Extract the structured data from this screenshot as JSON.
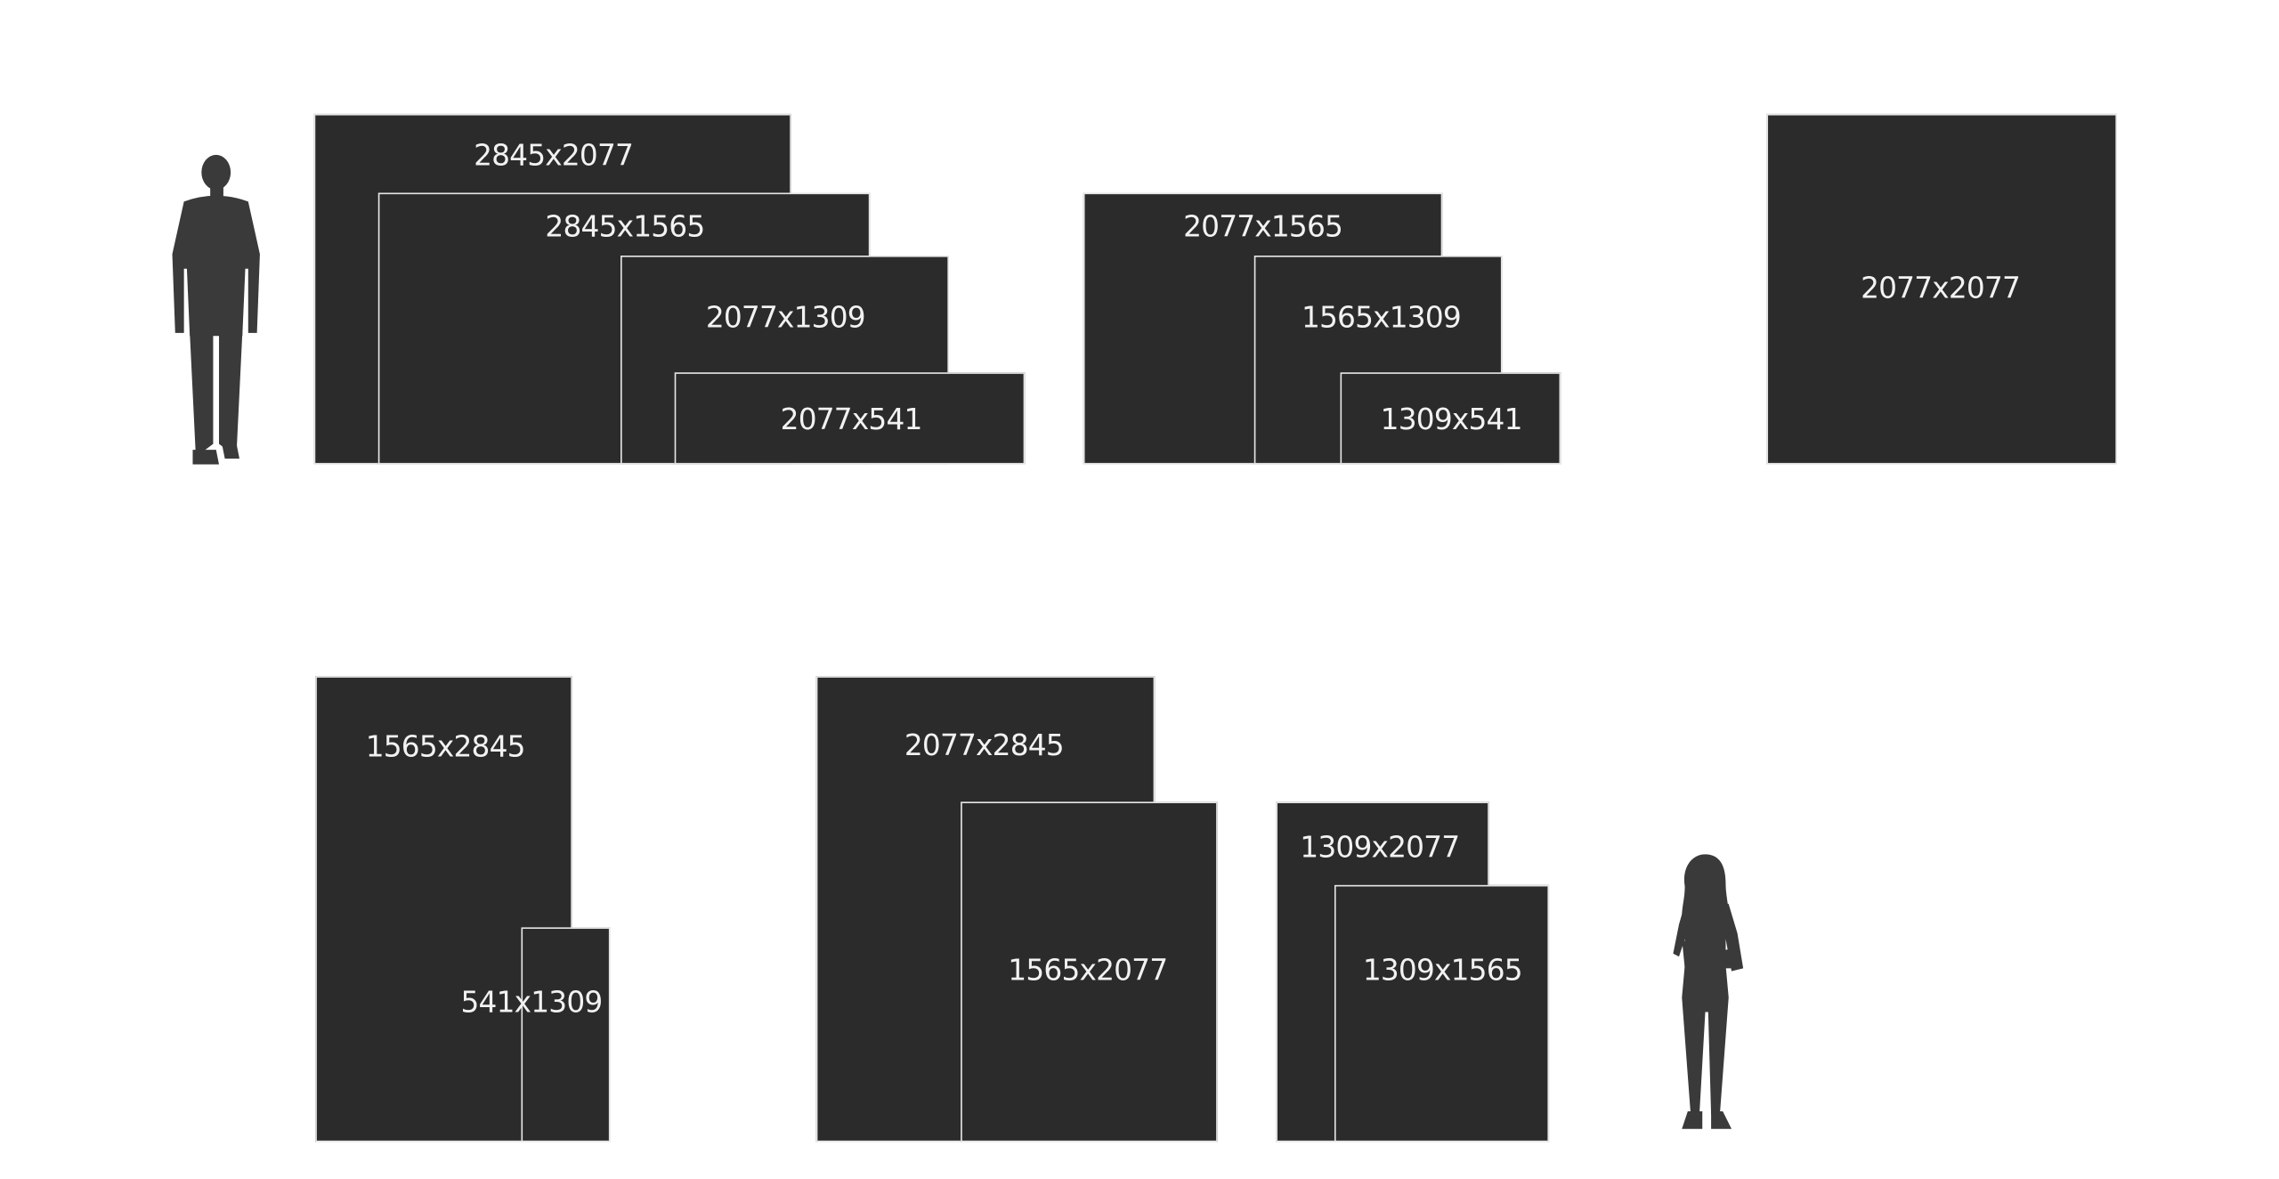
{
  "colors": {
    "canvas": "#2b2b2b",
    "silhouette": "#3a3a3a",
    "label": "#f2f2f2",
    "edge": "#e6e6e6"
  },
  "icons": {
    "human_male": "person-silhouette-male-icon",
    "human_female": "person-silhouette-female-icon"
  },
  "sizes": {
    "landscape_large": [
      "2845x2077",
      "2845x1565",
      "2077x1309",
      "2077x541"
    ],
    "landscape_medium": [
      "2077x1565",
      "1565x1309",
      "1309x541"
    ],
    "square": [
      "2077x2077"
    ],
    "portrait_small": [
      "1565x2845",
      "541x1309"
    ],
    "portrait_large": [
      "2077x2845",
      "1565x2077"
    ],
    "portrait_medium": [
      "1309x2077",
      "1309x1565"
    ]
  }
}
